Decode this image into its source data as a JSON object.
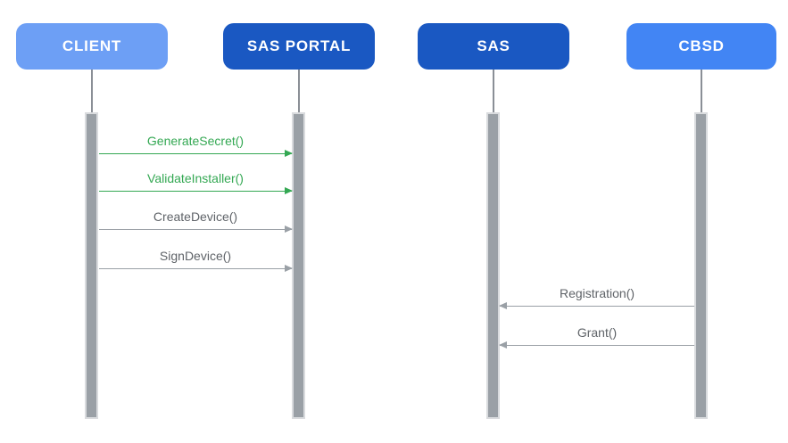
{
  "diagram": {
    "type": "sequence-diagram",
    "actors": [
      {
        "id": "client",
        "label": "CLIENT"
      },
      {
        "id": "sas-portal",
        "label": "SAS PORTAL"
      },
      {
        "id": "sas",
        "label": "SAS"
      },
      {
        "id": "cbsd",
        "label": "CBSD"
      }
    ],
    "messages": [
      {
        "label": "GenerateSecret()",
        "from": "client",
        "to": "sas-portal",
        "direction": "right",
        "color": "#34A853"
      },
      {
        "label": "ValidateInstaller()",
        "from": "client",
        "to": "sas-portal",
        "direction": "right",
        "color": "#34A853"
      },
      {
        "label": "CreateDevice()",
        "from": "client",
        "to": "sas-portal",
        "direction": "right",
        "color": "#9AA0A6"
      },
      {
        "label": "SignDevice()",
        "from": "client",
        "to": "sas-portal",
        "direction": "right",
        "color": "#9AA0A6"
      },
      {
        "label": "Registration()",
        "from": "cbsd",
        "to": "sas",
        "direction": "left",
        "color": "#9AA0A6"
      },
      {
        "label": "Grant()",
        "from": "cbsd",
        "to": "sas",
        "direction": "left",
        "color": "#9AA0A6"
      }
    ],
    "colors": {
      "client_box": "#6D9FF5",
      "dark_box": "#1A58C2",
      "cbsd_box": "#4285F4",
      "actor_text": "#FFFFFF",
      "green": "#34A853",
      "gray_label": "#5F6368",
      "arrow_gray": "#9AA0A6",
      "bar_fill": "#9AA0A6",
      "bar_border": "#D9DBDE",
      "lifeline": "#8A8F96",
      "background": "#FFFFFF"
    }
  }
}
